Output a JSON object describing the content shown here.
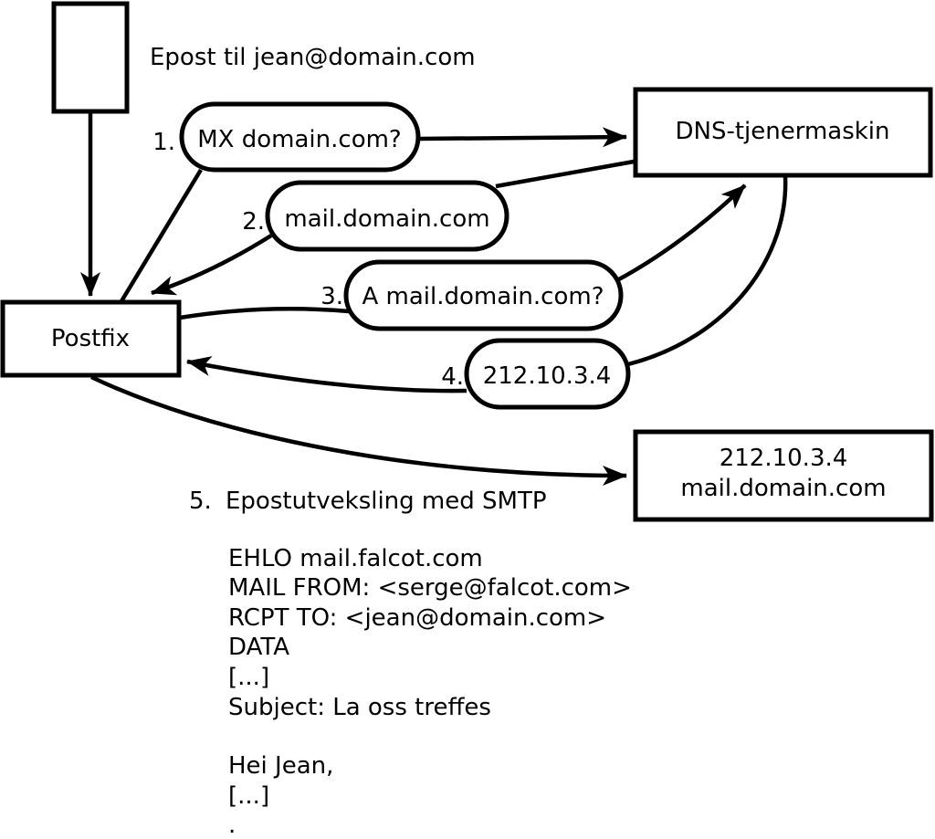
{
  "note": "Epost til jean@domain.com",
  "nodes": {
    "postfix": "Postfix",
    "dns_server": "DNS-tjenermaskin",
    "mail_server": {
      "line1": "212.10.3.4",
      "line2": "mail.domain.com"
    }
  },
  "steps": [
    {
      "number": "1.",
      "label": "MX domain.com?"
    },
    {
      "number": "2.",
      "label": "mail.domain.com"
    },
    {
      "number": "3.",
      "label": "A mail.domain.com?"
    },
    {
      "number": "4.",
      "label": "212.10.3.4"
    },
    {
      "number": "5.",
      "label": "Epostutveksling med SMTP"
    }
  ],
  "smtp_session": {
    "lines": [
      "EHLO mail.falcot.com",
      "MAIL FROM: <serge@falcot.com>",
      "RCPT TO: <jean@domain.com>",
      "DATA",
      "[...]",
      "Subject: La oss treffes",
      "",
      "Hei Jean,",
      "[...]",
      "."
    ]
  },
  "colors": {
    "stroke": "#000000",
    "background": "#ffffff"
  }
}
